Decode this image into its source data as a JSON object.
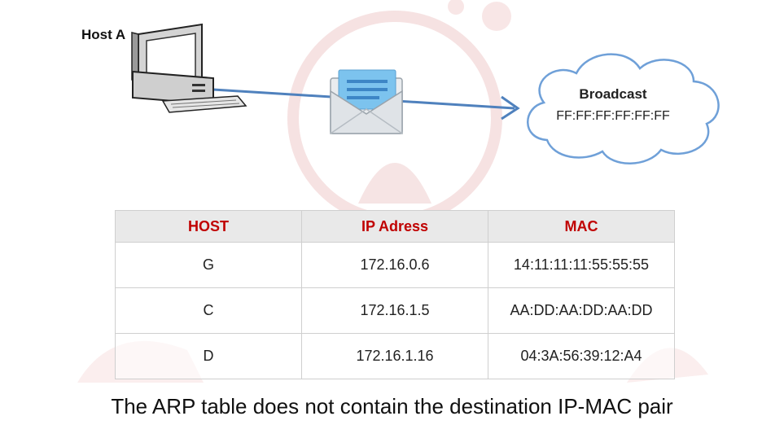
{
  "host_label": "Host A",
  "broadcast": {
    "title": "Broadcast",
    "mac": "FF:FF:FF:FF:FF:FF"
  },
  "arp_table": {
    "headers": [
      "HOST",
      "IP Adress",
      "MAC"
    ],
    "rows": [
      [
        "G",
        "172.16.0.6",
        "14:11:11:11:55:55:55"
      ],
      [
        "C",
        "172.16.1.5",
        "AA:DD:AA:DD:AA:DD"
      ],
      [
        "D",
        "172.16.1.16",
        "04:3A:56:39:12:A4"
      ]
    ]
  },
  "caption": "The ARP table does not contain the destination IP-MAC pair",
  "colors": {
    "header_text": "#c00000",
    "arrow": "#4f81bd",
    "cloud_stroke": "#6fa0d8",
    "watermark": "#f3d6d6"
  },
  "icons": [
    "computer-icon",
    "envelope-icon",
    "cloud-icon",
    "arrow-icon"
  ]
}
